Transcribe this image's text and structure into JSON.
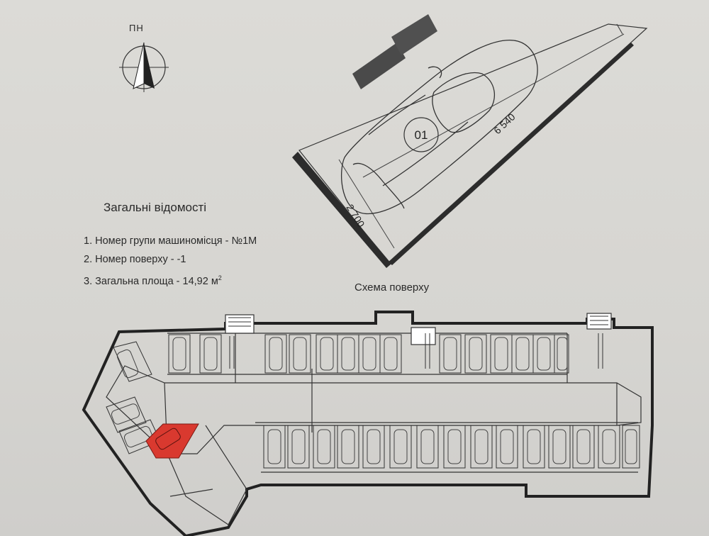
{
  "compass": {
    "label": "ПН"
  },
  "parking_spot": {
    "number": "01",
    "length_dim": "6 540",
    "width_dim": "2 700"
  },
  "general_info": {
    "title": "Загальні відомості",
    "items": [
      {
        "label": "1. Номер групи машиномісця - №1М"
      },
      {
        "label": "2. Номер поверху -  -1"
      },
      {
        "label": "3. Загальна площа -  14,92 м",
        "sup": "2"
      }
    ]
  },
  "floor_plan": {
    "title": "Схема поверху",
    "highlight_color": "#d9392f",
    "selected_spot_index": 1
  }
}
